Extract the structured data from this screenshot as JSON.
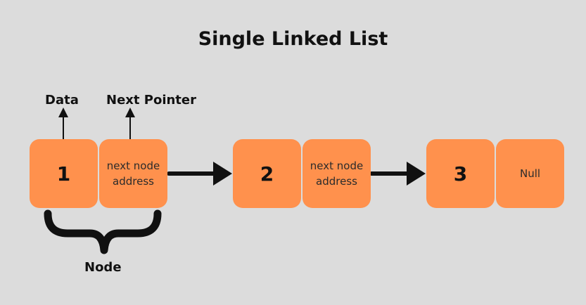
{
  "title": "Single Linked List",
  "labels": {
    "data": "Data",
    "next_pointer": "Next Pointer",
    "node": "Node"
  },
  "colors": {
    "background": "#dcdcdc",
    "node_fill": "#ff914d",
    "ink": "#111111"
  },
  "nodes": [
    {
      "data": "1",
      "next": "next node address"
    },
    {
      "data": "2",
      "next": "next node address"
    },
    {
      "data": "3",
      "next": "Null"
    }
  ]
}
